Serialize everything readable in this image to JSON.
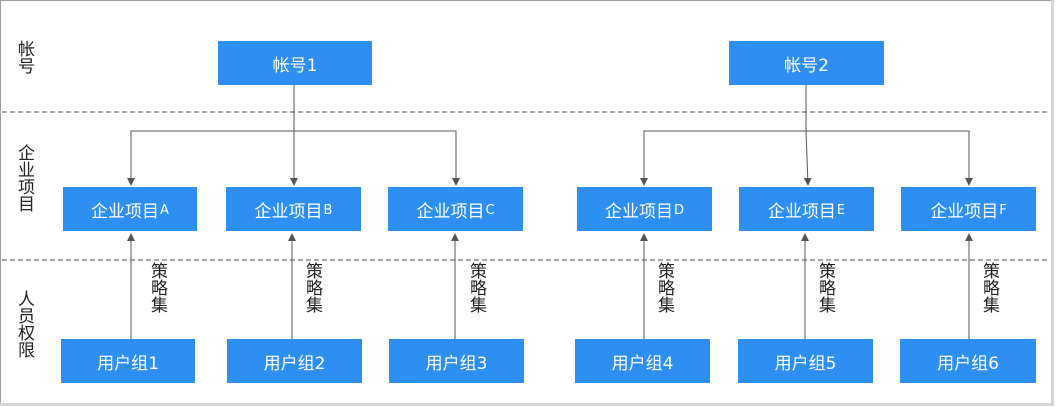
{
  "rows": {
    "account": "帐号",
    "project": "企业项目",
    "permission": "人员权限"
  },
  "accounts": [
    "帐号1",
    "帐号2"
  ],
  "projects": [
    {
      "prefix": "企业项目",
      "suffix": "A"
    },
    {
      "prefix": "企业项目",
      "suffix": "B"
    },
    {
      "prefix": "企业项目",
      "suffix": "C"
    },
    {
      "prefix": "企业项目",
      "suffix": "D"
    },
    {
      "prefix": "企业项目",
      "suffix": "E"
    },
    {
      "prefix": "企业项目",
      "suffix": "F"
    }
  ],
  "groups": [
    "用户组1",
    "用户组2",
    "用户组3",
    "用户组4",
    "用户组5",
    "用户组6"
  ],
  "policy_label": "策略集",
  "colors": {
    "box_fill": "#2e8ff2",
    "box_text": "#ffffff",
    "line": "#555555",
    "divider": "#555555"
  }
}
